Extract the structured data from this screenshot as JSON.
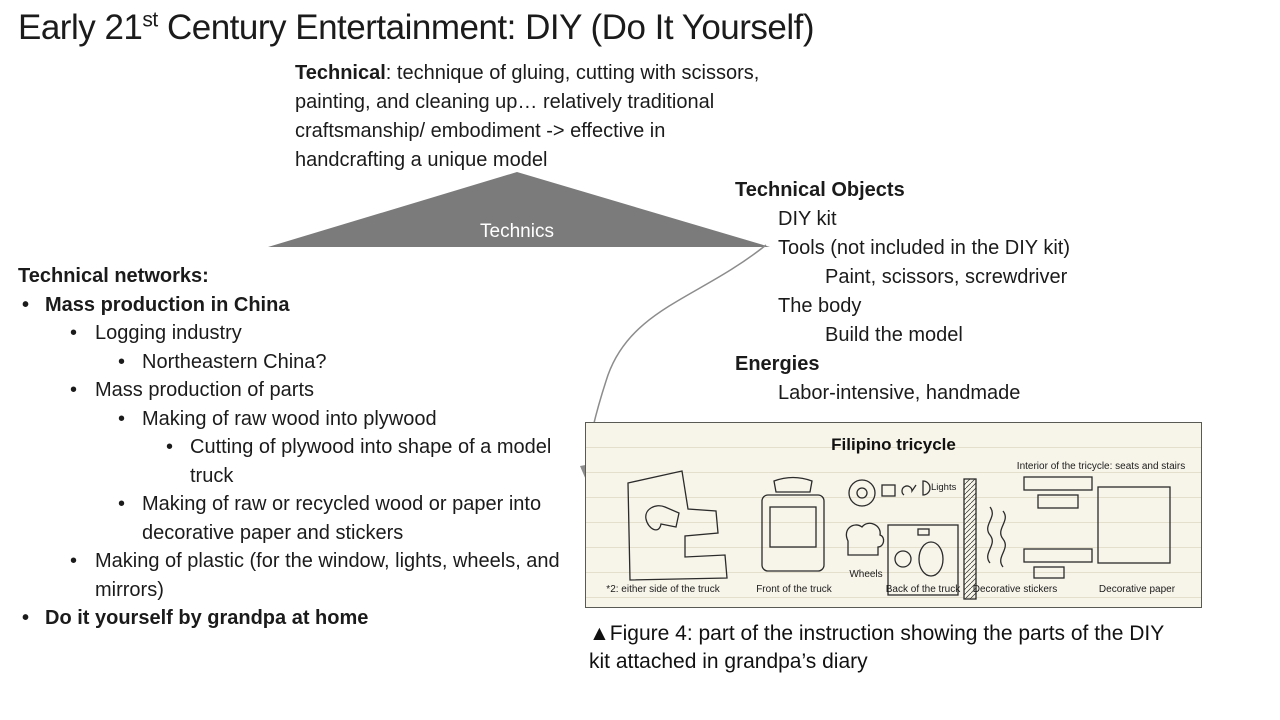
{
  "slide": {
    "title": {
      "pre": "Early 21",
      "sup": "st",
      "post": " Century Entertainment: DIY (Do It Yourself)"
    },
    "technical_note": {
      "lead": "Technical",
      "body": ": technique of gluing, cutting with scissors, painting, and cleaning up… relatively traditional craftsmanship/ embodiment  -> effective in handcrafting a unique model"
    },
    "triangle_label": "Technics",
    "objects_list": [
      {
        "text": "Technical Objects",
        "indent": 0,
        "bold": true
      },
      {
        "text": "DIY kit",
        "indent": 1
      },
      {
        "text": "Tools (not included in the DIY kit)",
        "indent": 1
      },
      {
        "text": "Paint, scissors, screwdriver",
        "indent": 2
      },
      {
        "text": "The body",
        "indent": 1
      },
      {
        "text": "Build the model",
        "indent": 2
      },
      {
        "text": "Energies",
        "indent": 0,
        "bold": true
      },
      {
        "text": "Labor-intensive, handmade",
        "indent": 1
      }
    ],
    "networks": {
      "heading": "Technical networks:",
      "items": [
        {
          "text": "Mass production in China",
          "level": 1,
          "bold": true
        },
        {
          "text": "Logging industry",
          "level": 2
        },
        {
          "text": "Northeastern China?",
          "level": 3
        },
        {
          "text": "Mass production of parts",
          "level": 2
        },
        {
          "text": "Making of raw wood into plywood",
          "level": 3
        },
        {
          "text": "Cutting of plywood into shape of a model truck",
          "level": 4
        },
        {
          "text": "Making of raw or recycled wood or paper into decorative paper and stickers",
          "level": 3
        },
        {
          "text": "Making of plastic (for the window, lights, wheels, and mirrors)",
          "level": 2
        },
        {
          "text": "Do it yourself by grandpa at home",
          "level": 1,
          "bold": true
        }
      ]
    },
    "figure": {
      "title": "Filipino tricycle",
      "interior_label": "Interior of the tricycle: seats and stairs",
      "wheels_label": "Wheels",
      "lights_label": "Lights",
      "part_labels": [
        "*2: either side of the truck",
        "Front of the truck",
        "Back of the truck",
        "Decorative stickers",
        "Decorative paper"
      ],
      "caption": "▲Figure 4: part of the instruction showing the parts of the DIY kit attached in grandpa’s diary"
    },
    "colors": {
      "triangle": "#7b7b7b",
      "arrow": "#8c8c8c",
      "figure_background": "#f7f4e9"
    }
  }
}
